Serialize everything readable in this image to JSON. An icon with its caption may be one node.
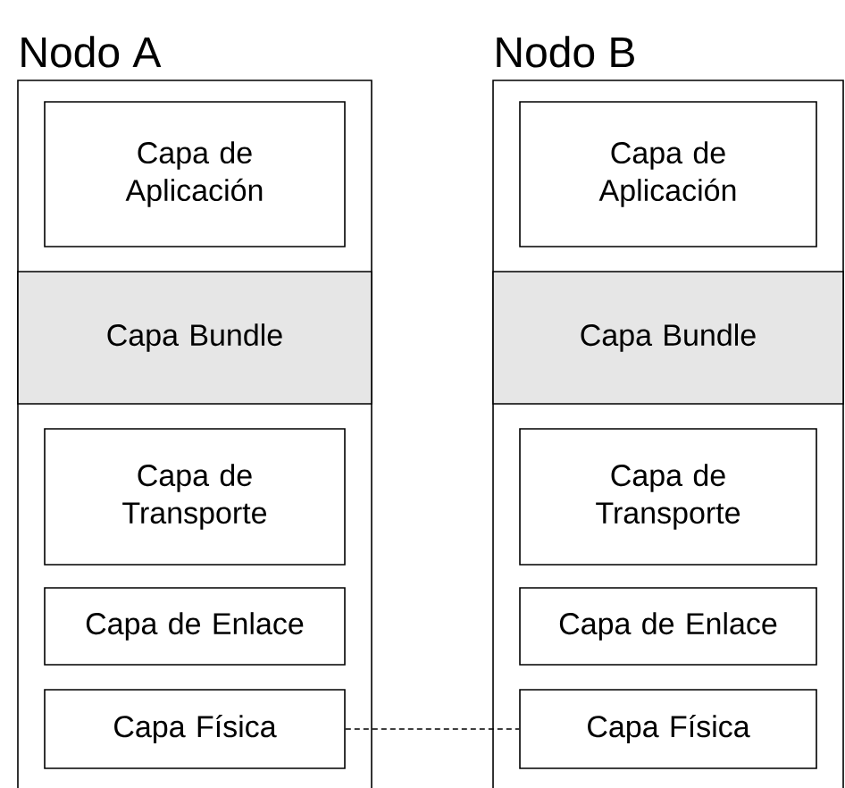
{
  "diagram": {
    "nodes": [
      {
        "text": [
          "Nodo A"
        ]
      },
      {
        "text": [
          "Capa de Aplicación"
        ],
        "in": 0
      },
      {
        "text": [
          "Capa Bundle"
        ],
        "in": 0
      },
      {
        "text": [
          "Capa de Transporte"
        ],
        "in": 0
      },
      {
        "text": [
          "Capa de Enlace"
        ],
        "in": 0
      },
      {
        "text": [
          "Capa Física"
        ],
        "in": 0
      },
      {
        "text": [
          "Nodo B"
        ]
      },
      {
        "text": [
          "Capa de Aplicación"
        ],
        "in": 6
      },
      {
        "text": [
          "Capa Bundle"
        ],
        "in": 6
      },
      {
        "text": [
          "Capa de Transporte"
        ],
        "in": 6
      },
      {
        "text": [
          "Capa de Enlace"
        ],
        "in": 6
      },
      {
        "text": [
          "Capa Física"
        ],
        "in": 6
      }
    ],
    "edges": [
      {
        "from": 5,
        "to": 11,
        "arrow": "none",
        "style": "dashed"
      }
    ]
  }
}
